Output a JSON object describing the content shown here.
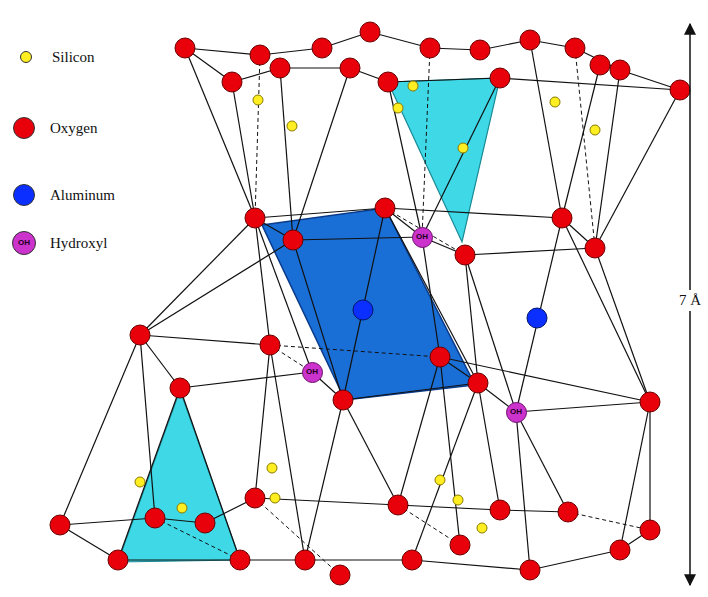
{
  "diagram": {
    "nodes": [
      {
        "text": [
          "OH"
        ]
      },
      {
        "text": [
          "OH"
        ]
      },
      {
        "text": [
          "OH"
        ]
      }
    ],
    "labels": [
      "OH",
      "7 Å"
    ],
    "legend": [
      {
        "text": "Silicon",
        "color": "#ffee22"
      },
      {
        "text": "Oxygen",
        "color": "#e8000b"
      },
      {
        "text": "Aluminum",
        "color": "#0a2fff"
      },
      {
        "text": "Hydroxyl",
        "color": "#cc33cc"
      }
    ]
  }
}
